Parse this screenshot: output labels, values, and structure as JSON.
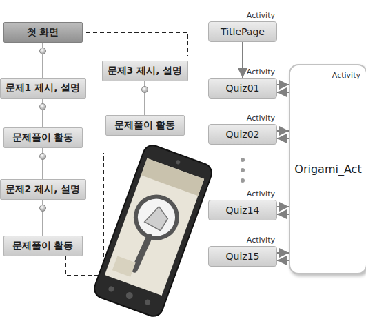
{
  "diagram": {
    "nodes": [
      {
        "text": [
          "첫 화면"
        ]
      },
      {
        "text": [
          "문제1 제시, 설명"
        ]
      },
      {
        "text": [
          "문제풀이 활동"
        ]
      },
      {
        "text": [
          "문제2 제시, 설명"
        ]
      },
      {
        "text": [
          "문제풀이 활동"
        ]
      },
      {
        "text": [
          "문제3 제시, 설명"
        ]
      },
      {
        "text": [
          "문제풀이 활동"
        ]
      },
      {
        "text": [
          "Activity",
          "TitlePage"
        ]
      },
      {
        "text": [
          "Activity",
          "Quiz01"
        ]
      },
      {
        "text": [
          "Activity",
          "Quiz02"
        ]
      },
      {
        "text": [
          "Activity",
          "Quiz14"
        ]
      },
      {
        "text": [
          "Activity",
          "Quiz15"
        ]
      },
      {
        "text": [
          "Activity",
          "Origami_Act"
        ]
      }
    ],
    "edges": [
      {
        "from": 0,
        "to": 1,
        "arrow": "none"
      },
      {
        "from": 1,
        "to": 2,
        "arrow": "none"
      },
      {
        "from": 2,
        "to": 3,
        "arrow": "none"
      },
      {
        "from": 3,
        "to": 4,
        "arrow": "none"
      },
      {
        "from": 5,
        "to": 6,
        "arrow": "none"
      },
      {
        "from": 7,
        "to": 8,
        "arrow": "to"
      },
      {
        "from": 8,
        "to": 12,
        "arrow": "to"
      },
      {
        "from": 12,
        "to": 8,
        "arrow": "to"
      },
      {
        "from": 9,
        "to": 12,
        "arrow": "to"
      },
      {
        "from": 12,
        "to": 9,
        "arrow": "to"
      },
      {
        "from": 10,
        "to": 12,
        "arrow": "to"
      },
      {
        "from": 12,
        "to": 10,
        "arrow": "to"
      },
      {
        "from": 11,
        "to": 12,
        "arrow": "to"
      },
      {
        "from": 12,
        "to": 11,
        "arrow": "to"
      }
    ]
  }
}
